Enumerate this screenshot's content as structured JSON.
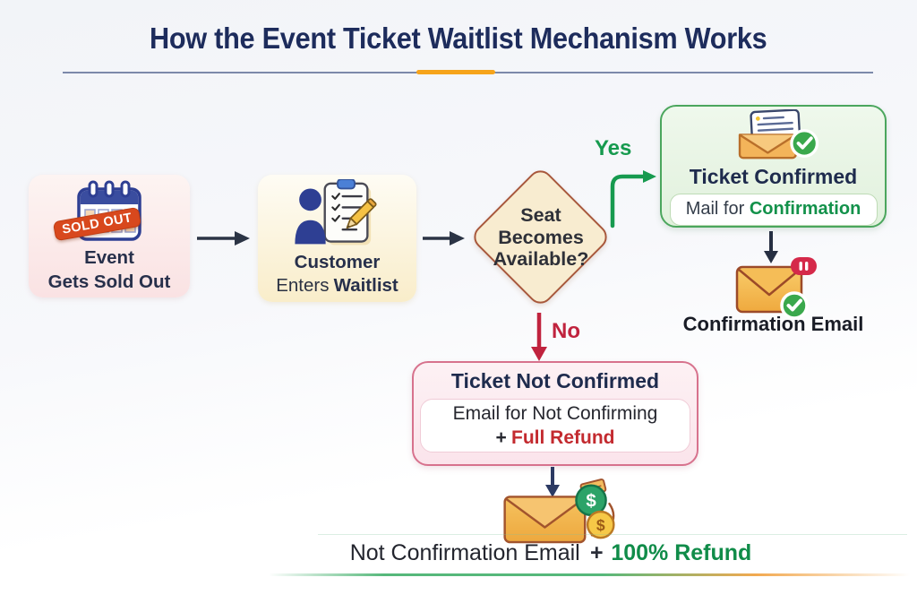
{
  "header": {
    "title": "How the Event Ticket Waitlist Mechanism Works"
  },
  "steps": {
    "sold_out": {
      "badge": "SOLD OUT",
      "label_line1": "Event",
      "label_line2": "Gets Sold Out"
    },
    "waitlist": {
      "label_line1": "Customer",
      "label_line2_regular": "Enters",
      "label_line2_bold": "Waitlist"
    }
  },
  "decision": {
    "line1": "Seat",
    "line2": "Becomes",
    "line3": "Available?",
    "yes_label": "Yes",
    "no_label": "No"
  },
  "confirmed_branch": {
    "title": "Ticket Confirmed",
    "pill_prefix": "Mail for",
    "pill_highlight": "Confirmation",
    "email_label": "Confirmation Email"
  },
  "not_confirmed_branch": {
    "title": "Ticket Not Confirmed",
    "note_line1": "Email for Not Confirming",
    "note_line2_prefix": "+",
    "note_line2_highlight": "Full Refund"
  },
  "footer": {
    "regular": "Not Confirmation Email",
    "plus": "+",
    "highlight": "100% Refund"
  },
  "icons": {
    "calendar": "calendar-icon",
    "sold_out_badge": "sold-out-badge",
    "customer_clipboard": "customer-clipboard-icon",
    "mail_open_check": "mail-open-check-icon",
    "email_check": "email-check-icon",
    "email_pause_badge": "pause-badge-icon",
    "money_email": "money-email-icon",
    "dollar_symbol": "$"
  },
  "colors": {
    "title_navy": "#1D2C5C",
    "accent_orange": "#F6A41B",
    "green": "#169A4E",
    "red": "#C0233E",
    "arrow_dark": "#2B3445",
    "diamond_fill": "#F8ECD0",
    "diamond_border": "#A8583C",
    "confirmed_border": "#4BA65D",
    "not_confirmed_border": "#D7728D"
  }
}
